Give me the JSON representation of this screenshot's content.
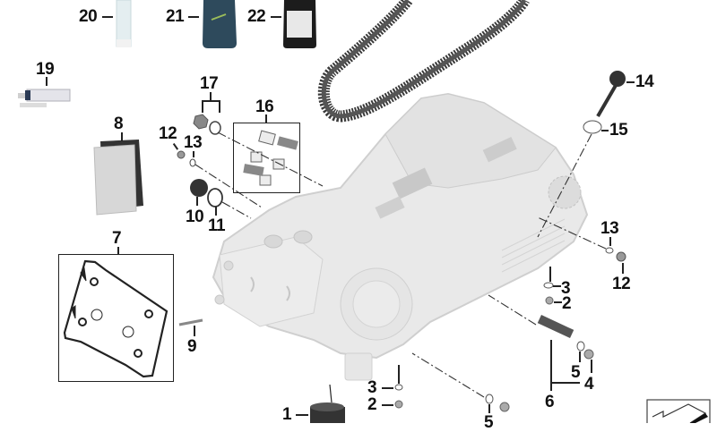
{
  "diagram": {
    "type": "exploded-parts-view",
    "subject": "transmission / gearbox assembly",
    "callouts": [
      {
        "id": "1",
        "label": "1",
        "part": "oil-filter"
      },
      {
        "id": "2a",
        "label": "2",
        "part": "drain-plug"
      },
      {
        "id": "3a",
        "label": "3",
        "part": "o-ring"
      },
      {
        "id": "2b",
        "label": "2",
        "part": "drain-plug"
      },
      {
        "id": "3b",
        "label": "3",
        "part": "o-ring"
      },
      {
        "id": "4",
        "label": "4",
        "part": "screw-plug"
      },
      {
        "id": "5a",
        "label": "5",
        "part": "o-ring"
      },
      {
        "id": "5b",
        "label": "5",
        "part": "o-ring"
      },
      {
        "id": "6",
        "label": "6",
        "part": "strainer-kit"
      },
      {
        "id": "7",
        "label": "7",
        "part": "gasket-set"
      },
      {
        "id": "8",
        "label": "8",
        "part": "filter-element"
      },
      {
        "id": "9",
        "label": "9",
        "part": "stud-bolt"
      },
      {
        "id": "10",
        "label": "10",
        "part": "cap"
      },
      {
        "id": "11",
        "label": "11",
        "part": "o-ring"
      },
      {
        "id": "12a",
        "label": "12",
        "part": "screw-plug"
      },
      {
        "id": "13a",
        "label": "13",
        "part": "seal-ring"
      },
      {
        "id": "12b",
        "label": "12",
        "part": "screw-plug"
      },
      {
        "id": "13b",
        "label": "13",
        "part": "seal-ring"
      },
      {
        "id": "14",
        "label": "14",
        "part": "dipstick"
      },
      {
        "id": "15",
        "label": "15",
        "part": "o-ring"
      },
      {
        "id": "16",
        "label": "16",
        "part": "damper-kit"
      },
      {
        "id": "17",
        "label": "17",
        "part": "nut-and-washer"
      },
      {
        "id": "19",
        "label": "19",
        "part": "sealant-tube"
      },
      {
        "id": "20",
        "label": "20",
        "part": "grease-tube"
      },
      {
        "id": "21",
        "label": "21",
        "part": "oil-bottle-blue"
      },
      {
        "id": "22",
        "label": "22",
        "part": "oil-bottle-black"
      }
    ],
    "colors": {
      "housing": "#e6e6e6",
      "housing_shadow": "#cfcfcf",
      "belt": "#3a3a3a",
      "label": "#111111",
      "oil_bottle_blue": "#2e4a5c",
      "oil_bottle_black": "#1c1c1c"
    }
  }
}
